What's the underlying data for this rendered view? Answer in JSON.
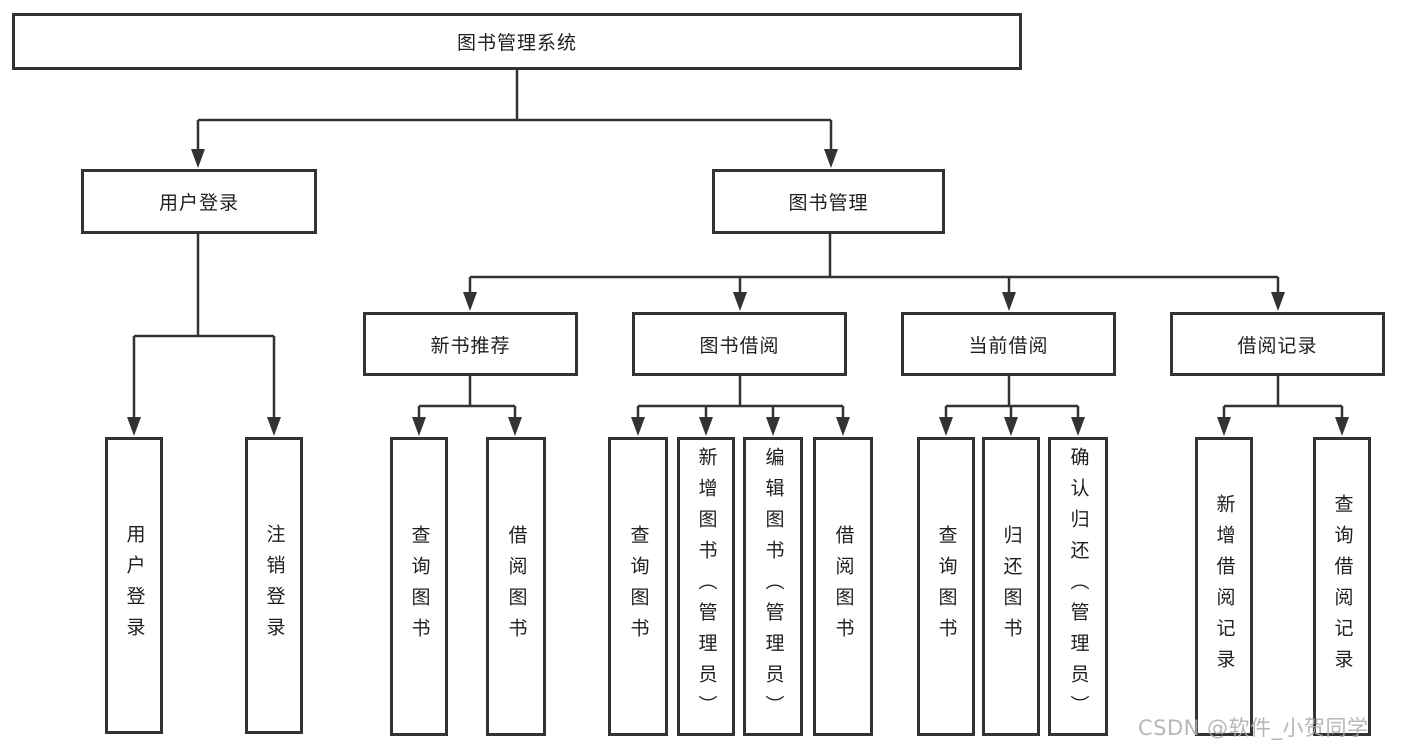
{
  "diagram": {
    "title_node": {
      "label": "图书管理系统"
    },
    "level2": [
      {
        "label": "用户登录"
      },
      {
        "label": "图书管理"
      }
    ],
    "level3": [
      {
        "label": "新书推荐"
      },
      {
        "label": "图书借阅"
      },
      {
        "label": "当前借阅"
      },
      {
        "label": "借阅记录"
      }
    ],
    "leaves": [
      {
        "label": "用户登录"
      },
      {
        "label": "注销登录"
      },
      {
        "label": "查询图书"
      },
      {
        "label": "借阅图书"
      },
      {
        "label": "查询图书"
      },
      {
        "label": "新增图书（管理员）"
      },
      {
        "label": "编辑图书（管理员）"
      },
      {
        "label": "借阅图书"
      },
      {
        "label": "查询图书"
      },
      {
        "label": "归还图书"
      },
      {
        "label": "确认归还（管理员）"
      },
      {
        "label": "新增借阅记录"
      },
      {
        "label": "查询借阅记录"
      }
    ],
    "line_color": "#333333",
    "box_background": "#ffffff",
    "text_color": "#1f1f1f"
  },
  "watermark": {
    "text": "CSDN @软件_小贺同学"
  }
}
